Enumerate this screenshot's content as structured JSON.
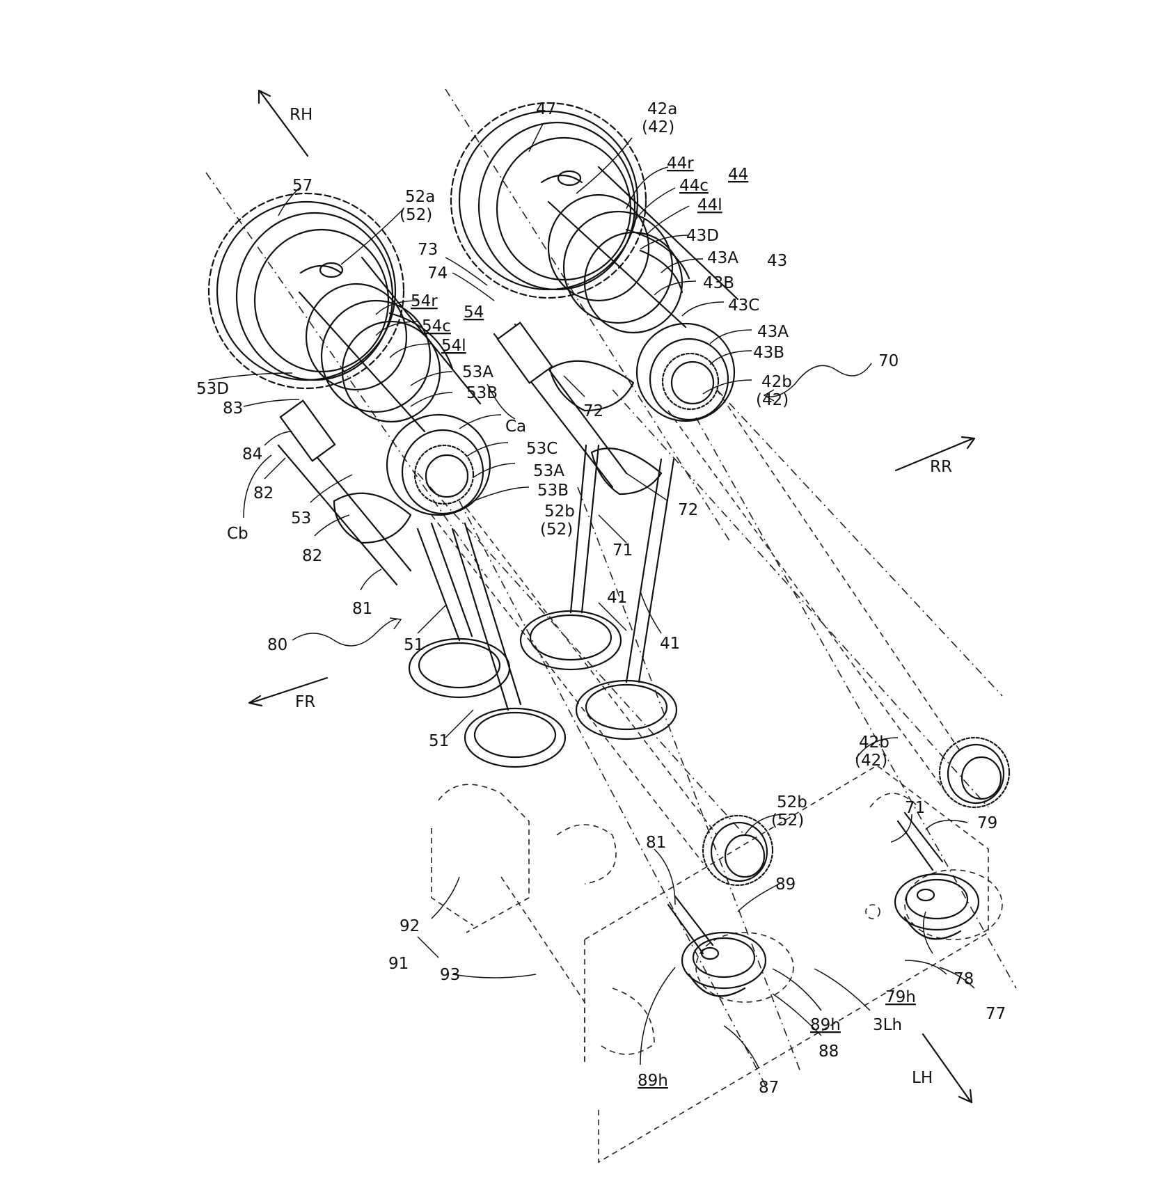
{
  "directions": {
    "rh": "RH",
    "rr": "RR",
    "fr": "FR",
    "lh": "LH"
  },
  "labels": [
    {
      "id": "l47",
      "text": "47",
      "u": false
    },
    {
      "id": "l42a",
      "text": "42a",
      "u": false
    },
    {
      "id": "l42a_p",
      "text": "(42)",
      "u": false
    },
    {
      "id": "l44r",
      "text": "44r",
      "u": true
    },
    {
      "id": "l44c",
      "text": "44c",
      "u": true
    },
    {
      "id": "l44l",
      "text": "44l",
      "u": true
    },
    {
      "id": "l44",
      "text": "44",
      "u": true
    },
    {
      "id": "l43D",
      "text": "43D",
      "u": false
    },
    {
      "id": "l43A_1",
      "text": "43A",
      "u": false
    },
    {
      "id": "l43B_1",
      "text": "43B",
      "u": false
    },
    {
      "id": "l43",
      "text": "43",
      "u": false
    },
    {
      "id": "l43C",
      "text": "43C",
      "u": false
    },
    {
      "id": "l43A_2",
      "text": "43A",
      "u": false
    },
    {
      "id": "l43B_2",
      "text": "43B",
      "u": false
    },
    {
      "id": "l42b_1",
      "text": "42b",
      "u": false
    },
    {
      "id": "l42b_1p",
      "text": "(42)",
      "u": false
    },
    {
      "id": "l70",
      "text": "70",
      "u": false
    },
    {
      "id": "l57",
      "text": "57",
      "u": false
    },
    {
      "id": "l52a",
      "text": "52a",
      "u": false
    },
    {
      "id": "l52a_p",
      "text": "(52)",
      "u": false
    },
    {
      "id": "l73",
      "text": "73",
      "u": false
    },
    {
      "id": "l74",
      "text": "74",
      "u": false
    },
    {
      "id": "l54",
      "text": "54",
      "u": true
    },
    {
      "id": "l54r",
      "text": "54r",
      "u": true
    },
    {
      "id": "l54c",
      "text": "54c",
      "u": true
    },
    {
      "id": "l54l",
      "text": "54l",
      "u": true
    },
    {
      "id": "l53A_1",
      "text": "53A",
      "u": false
    },
    {
      "id": "l53B_1",
      "text": "53B",
      "u": false
    },
    {
      "id": "l53D",
      "text": "53D",
      "u": false
    },
    {
      "id": "l83",
      "text": "83",
      "u": false
    },
    {
      "id": "lCa",
      "text": "Ca",
      "u": false
    },
    {
      "id": "l72_1",
      "text": "72",
      "u": false
    },
    {
      "id": "l53C",
      "text": "53C",
      "u": false
    },
    {
      "id": "l53A_2",
      "text": "53A",
      "u": false
    },
    {
      "id": "l53B_2",
      "text": "53B",
      "u": false
    },
    {
      "id": "l52b_1",
      "text": "52b",
      "u": false
    },
    {
      "id": "l52b_1p",
      "text": "(52)",
      "u": false
    },
    {
      "id": "l84",
      "text": "84",
      "u": false
    },
    {
      "id": "l82_1",
      "text": "82",
      "u": false
    },
    {
      "id": "lCb",
      "text": "Cb",
      "u": false
    },
    {
      "id": "l53",
      "text": "53",
      "u": false
    },
    {
      "id": "l82_2",
      "text": "82",
      "u": false
    },
    {
      "id": "l72_2",
      "text": "72",
      "u": false
    },
    {
      "id": "l71_1",
      "text": "71",
      "u": false
    },
    {
      "id": "l41_1",
      "text": "41",
      "u": false
    },
    {
      "id": "l41_2",
      "text": "41",
      "u": false
    },
    {
      "id": "l81_1",
      "text": "81",
      "u": false
    },
    {
      "id": "l80",
      "text": "80",
      "u": false
    },
    {
      "id": "l51_1",
      "text": "51",
      "u": false
    },
    {
      "id": "l51_2",
      "text": "51",
      "u": false
    },
    {
      "id": "l42b_2",
      "text": "42b",
      "u": false
    },
    {
      "id": "l42b_2p",
      "text": "(42)",
      "u": false
    },
    {
      "id": "l71_2",
      "text": "71",
      "u": false
    },
    {
      "id": "l79",
      "text": "79",
      "u": false
    },
    {
      "id": "l52b_2",
      "text": "52b",
      "u": false
    },
    {
      "id": "l52b_2p",
      "text": "(52)",
      "u": false
    },
    {
      "id": "l81_2",
      "text": "81",
      "u": false
    },
    {
      "id": "l89",
      "text": "89",
      "u": false
    },
    {
      "id": "l92",
      "text": "92",
      "u": false
    },
    {
      "id": "l91",
      "text": "91",
      "u": false
    },
    {
      "id": "l93",
      "text": "93",
      "u": false
    },
    {
      "id": "l79h",
      "text": "79h",
      "u": true
    },
    {
      "id": "l78",
      "text": "78",
      "u": false
    },
    {
      "id": "l77",
      "text": "77",
      "u": false
    },
    {
      "id": "l89h_1",
      "text": "89h",
      "u": true
    },
    {
      "id": "l3Lh",
      "text": "3Lh",
      "u": false
    },
    {
      "id": "l88",
      "text": "88",
      "u": false
    },
    {
      "id": "l89h_2",
      "text": "89h",
      "u": true
    },
    {
      "id": "l87",
      "text": "87",
      "u": false
    }
  ]
}
